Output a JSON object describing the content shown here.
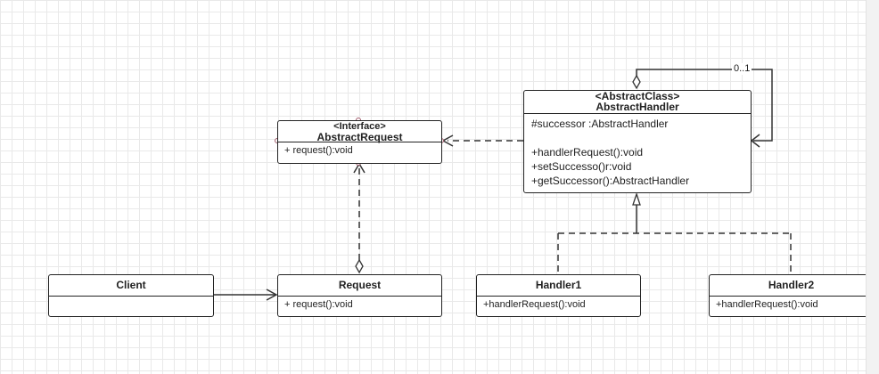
{
  "diagram": {
    "interface": {
      "stereotype": "<Interface>",
      "name": "AbstractRequest",
      "operations": [
        "+ request():void"
      ]
    },
    "abstract_handler": {
      "stereotype": "<AbstractClass>",
      "name": "AbstractHandler",
      "attributes": [
        "#successor :AbstractHandler"
      ],
      "operations": [
        "+handlerRequest():void",
        "+setSuccesso()r:void",
        "+getSuccessor():AbstractHandler"
      ]
    },
    "client": {
      "name": "Client"
    },
    "request": {
      "name": "Request",
      "operations": [
        "+ request():void"
      ]
    },
    "handler1": {
      "name": "Handler1",
      "operations": [
        "+handlerRequest():void"
      ]
    },
    "handler2": {
      "name": "Handler2",
      "operations": [
        "+handlerRequest():void"
      ]
    },
    "self_association_multiplicity": "0..1",
    "colors": {
      "line": "#333333",
      "grid": "#e9e9e9",
      "port_marker": "#a05a6a"
    }
  }
}
